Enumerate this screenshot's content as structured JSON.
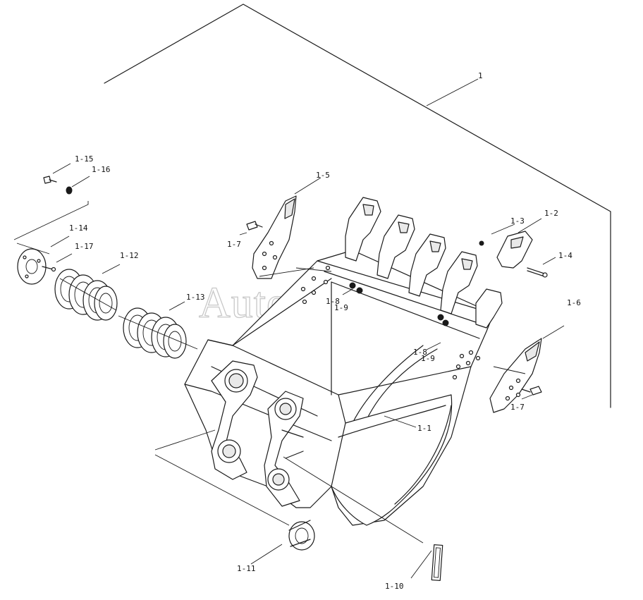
{
  "watermark": "AutoSoft",
  "labels": {
    "l1": "1",
    "l1_1": "1-1",
    "l1_2": "1-2",
    "l1_3": "1-3",
    "l1_4": "1-4",
    "l1_5": "1-5",
    "l1_6": "1-6",
    "l1_7a": "1-7",
    "l1_7b": "1-7",
    "l1_8a": "1-8",
    "l1_9a": "1-9",
    "l1_8b": "1-8",
    "l1_9b": "1-9",
    "l1_10": "1-10",
    "l1_11": "1-11",
    "l1_12": "1-12",
    "l1_13": "1-13",
    "l1_14": "1-14",
    "l1_15": "1-15",
    "l1_16": "1-16",
    "l1_17": "1-17"
  }
}
